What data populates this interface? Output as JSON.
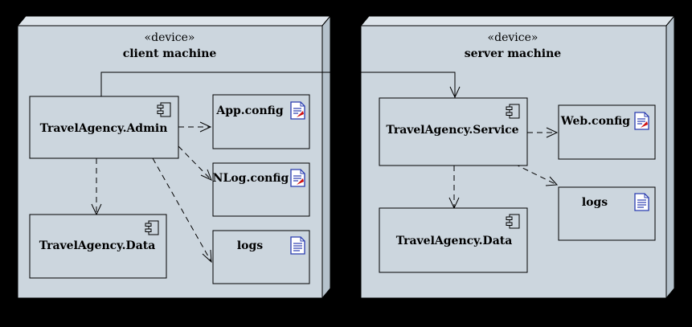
{
  "nodes": [
    {
      "stereotype": "«device»",
      "name": "client machine",
      "components": [
        "TravelAgency.Admin",
        "TravelAgency.Data"
      ],
      "artifacts": [
        "App.config",
        "NLog.config",
        "logs"
      ]
    },
    {
      "stereotype": "«device»",
      "name": "server machine",
      "components": [
        "TravelAgency.Service",
        "TravelAgency.Data"
      ],
      "artifacts": [
        "Web.config",
        "logs"
      ]
    }
  ],
  "colors": {
    "background": "#000000",
    "node_fill": "#ccd6de",
    "node_side": "#b5c2cc",
    "box_fill": "#ccd6de",
    "line": "#000000",
    "artifact_icon": "#2a3cb0",
    "config_mark": "#d01010"
  },
  "icons": {
    "component": "component-icon",
    "config_artifact": "config-file-icon",
    "document_artifact": "document-icon"
  },
  "relations": [
    {
      "from": "TravelAgency.Admin",
      "to": "TravelAgency.Service",
      "kind": "association"
    },
    {
      "from": "TravelAgency.Admin",
      "to": "App.config",
      "kind": "dependency"
    },
    {
      "from": "TravelAgency.Admin",
      "to": "NLog.config",
      "kind": "dependency"
    },
    {
      "from": "TravelAgency.Admin",
      "to": "logs",
      "kind": "dependency"
    },
    {
      "from": "TravelAgency.Admin",
      "to": "TravelAgency.Data",
      "kind": "dependency"
    },
    {
      "from": "TravelAgency.Service",
      "to": "Web.config",
      "kind": "dependency"
    },
    {
      "from": "TravelAgency.Service",
      "to": "logs",
      "kind": "dependency"
    },
    {
      "from": "TravelAgency.Service",
      "to": "TravelAgency.Data",
      "kind": "dependency"
    }
  ]
}
